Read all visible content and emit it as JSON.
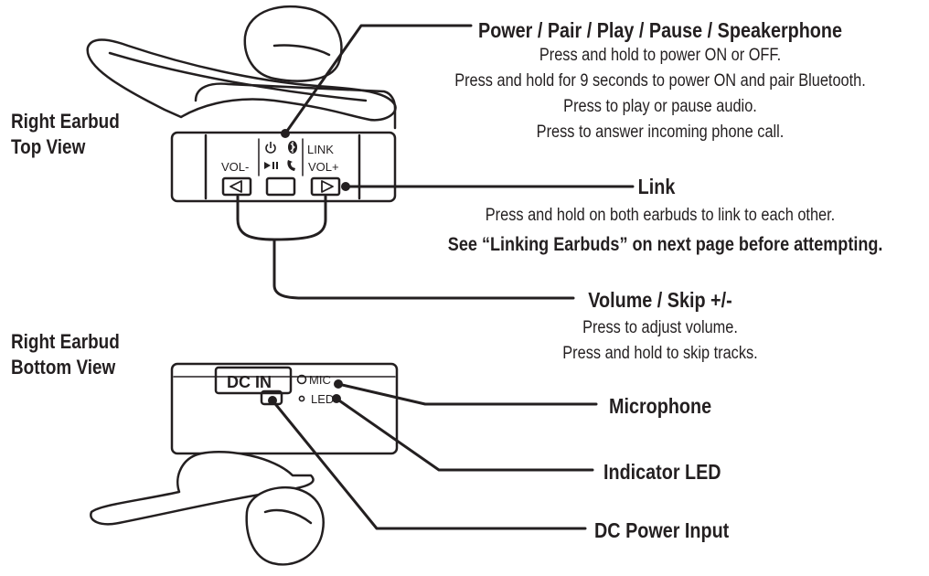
{
  "views": {
    "top": {
      "line1": "Right Earbud",
      "line2": "Top View"
    },
    "bottom": {
      "line1": "Right Earbud",
      "line2": "Bottom View"
    }
  },
  "buttons": {
    "vol_minus": "VOL-",
    "vol_plus": "VOL+",
    "link": "LINK"
  },
  "ports": {
    "dc_in": "DC IN",
    "mic": "MIC",
    "led": "LED"
  },
  "callouts": {
    "power": {
      "title": "Power / Pair / Play / Pause / Speakerphone",
      "lines": [
        "Press and hold to power ON or OFF.",
        "Press and hold for 9 seconds to power ON and pair Bluetooth.",
        "Press to play or pause audio.",
        "Press to answer incoming phone call."
      ]
    },
    "link": {
      "title": "Link",
      "lines": [
        "Press and hold on both earbuds to link to each other.",
        "See “Linking Earbuds” on next page before attempting."
      ]
    },
    "volume": {
      "title": "Volume / Skip +/-",
      "lines": [
        "Press to adjust volume.",
        "Press and hold to skip tracks."
      ]
    },
    "microphone": {
      "title": "Microphone"
    },
    "indicator_led": {
      "title": "Indicator LED"
    },
    "dc_power": {
      "title": "DC Power Input"
    }
  }
}
